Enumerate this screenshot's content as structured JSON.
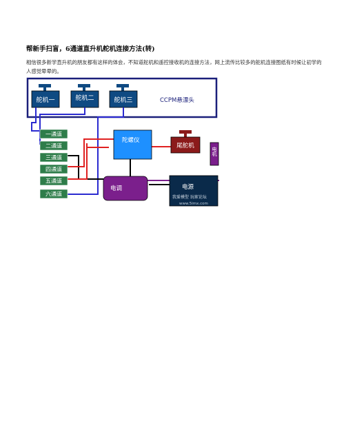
{
  "title": "帮新手扫盲，6通道直升机舵机连接方法(转)",
  "intro": "相信很多新学直升机的朋友都有这样的体会，不知道舵机和遥控接收机的连接方法，网上流传比较多的舵机连接图纸有时候让初学的人感觉晕晕的。",
  "diagram": {
    "servos": [
      "舵机一",
      "舵机二",
      "舵机三"
    ],
    "ccpm_label": "CCPM悬漂头",
    "channels": [
      "一通道",
      "二通道",
      "三通道",
      "四通道",
      "五通道",
      "六通道"
    ],
    "gyro": "陀螺仪",
    "tail_servo": "尾舵机",
    "motor": "电机",
    "esc": "电调",
    "power": "电源",
    "watermark_line1": "我爱模型 玩家论坛",
    "watermark_line2": "www.5imx.com",
    "colors": {
      "frame": "#1a1f7a",
      "servo": "#0f4a82",
      "channel": "#2e7d4a",
      "gyro": "#1e90ff",
      "tail": "#8b1a1a",
      "motor": "#7b1f8c",
      "power": "#0a2a4a",
      "red": "#e02020",
      "blue": "#2a2ad0",
      "black": "#000000"
    }
  }
}
